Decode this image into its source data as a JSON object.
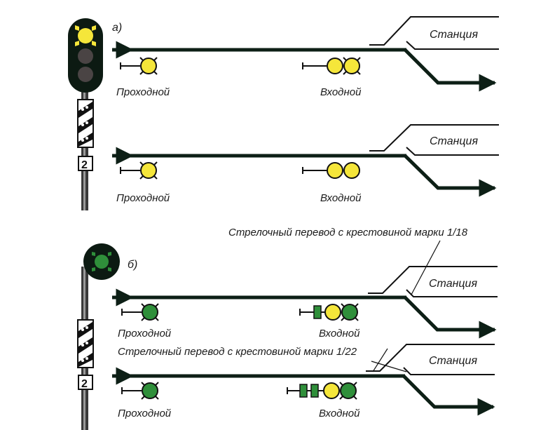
{
  "colors": {
    "track": "#0d1f16",
    "signal_body": "#0c1a12",
    "yellow": "#f5e63a",
    "green": "#2f8f3a",
    "off_lamp": "#4a4444",
    "line": "#111111"
  },
  "section_a": {
    "label": "а)",
    "mast_signal": {
      "lamps": [
        "yellow-lit",
        "off",
        "off"
      ],
      "plate_number": "2"
    },
    "scenarios": [
      {
        "block_signal": {
          "label": "Проходной",
          "lamps": [
            "yellow-lit"
          ]
        },
        "entry_signal": {
          "label": "Входной",
          "lamps": [
            "yellow",
            "yellow-lit"
          ]
        },
        "station_label": "Станция"
      },
      {
        "block_signal": {
          "label": "Проходной",
          "lamps": [
            "yellow-lit"
          ]
        },
        "entry_signal": {
          "label": "Входной",
          "lamps": [
            "yellow",
            "yellow"
          ]
        },
        "station_label": "Станция"
      }
    ]
  },
  "section_b": {
    "label": "б)",
    "mast_signal": {
      "lamps": [
        "green-lit"
      ],
      "plate_number": "2"
    },
    "scenarios": [
      {
        "switch_note": "Стрелочный перевод с крестовиной  марки 1/18",
        "block_signal": {
          "label": "Проходной",
          "lamps": [
            "green-lit"
          ]
        },
        "entry_signal": {
          "label": "Входной",
          "lamps": [
            "green-strip",
            "yellow",
            "green-lit"
          ]
        },
        "station_label": "Станция"
      },
      {
        "switch_note": "Стрелочный перевод с крестовиной  марки 1/22",
        "block_signal": {
          "label": "Проходной",
          "lamps": [
            "green-lit"
          ]
        },
        "entry_signal": {
          "label": "Входной",
          "lamps": [
            "green-strip",
            "green-strip",
            "yellow",
            "green-lit"
          ]
        },
        "station_label": "Станция"
      }
    ]
  }
}
